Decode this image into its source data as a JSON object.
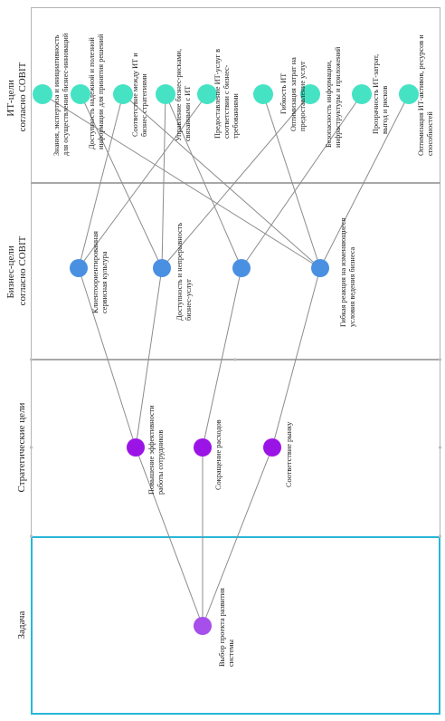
{
  "lanes": {
    "it": {
      "title_line1": "ИТ-цели",
      "title_line2": "согласно COBIT"
    },
    "business": {
      "title_line1": "Бизнес-цели",
      "title_line2": "согласно COBIT"
    },
    "strategic": {
      "title_line1": "Стратегические цели"
    },
    "task": {
      "title_line1": "Задача"
    }
  },
  "it_goals": [
    {
      "line1": "Знания, экспертиза и инициативность",
      "line2": "для осуществления бизнес-инноваций"
    },
    {
      "line1": "Доступность надежной и полезной",
      "line2": "информации для принятия решений"
    },
    {
      "line1": "Соответствие между ИТ и",
      "line2": "бизнес стратегиями"
    },
    {
      "line1": "Управление бизнес-рисками,",
      "line2": "связанными с ИТ"
    },
    {
      "line1": "Предоставление ИТ-услуг в",
      "line2": "соответствии с бизнес-",
      "line3": "требованиями"
    },
    {
      "line1": "Гибкость ИТ"
    },
    {
      "line1": "Оптимизация затрат на",
      "line2": "предоставление услуг"
    },
    {
      "line1": "Безопасность информации,",
      "line2": "инфраструктуры и приложений"
    },
    {
      "line1": "Прозрачность ИТ-затрат,",
      "line2": "выгод и рисков"
    },
    {
      "line1": "Оптимизация ИТ-активов, ресурсов и",
      "line2": "способностей"
    }
  ],
  "business_goals": [
    {
      "line1": "Клиентоориентированная",
      "line2": "сервисная культура"
    },
    {
      "line1": "Доступность и непрерывность",
      "line2": "бизнес-услуг"
    },
    {
      "line1": ""
    },
    {
      "line1": "Гибкая реакция на изменяющиеся",
      "line2": "условия ведения бизнеса"
    }
  ],
  "strategic_goals": [
    {
      "line1": "Повышение эффективности",
      "line2": "работы сотрудников"
    },
    {
      "line1": "Сокращение расходов"
    },
    {
      "line1": "Соответствие рынку"
    }
  ],
  "task": {
    "line1": "Выбор проекта развития",
    "line2": "системы"
  },
  "colors": {
    "it_node": "#45e3c4",
    "business_node": "#4a90e2",
    "strategic_node": "#9b14e6",
    "task_node": "#a64fea",
    "active_lane_border": "#29b6d8"
  }
}
